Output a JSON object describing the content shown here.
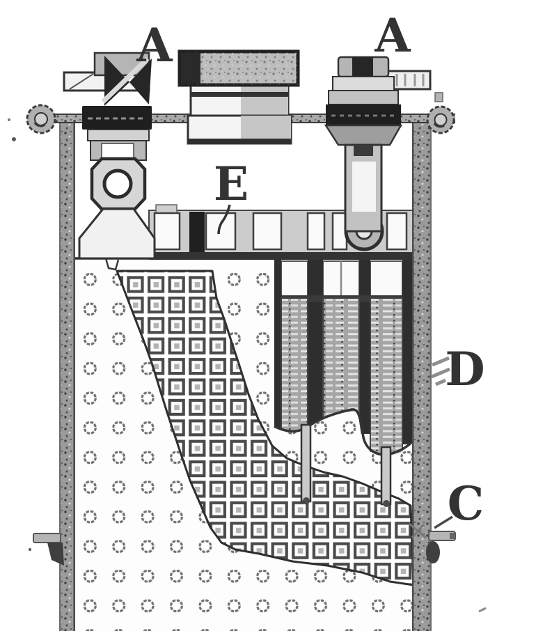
{
  "figure": {
    "kind": "engraved-patent-illustration",
    "subject": "Cutaway engraving of a battery / accumulator cell showing perforated plates and internal elements",
    "background": "#ffffff",
    "ink": "#2f2f2f",
    "labels": [
      {
        "id": "terminal-left",
        "text": "A",
        "points_to": "left terminal post"
      },
      {
        "id": "terminal-right",
        "text": "A",
        "points_to": "right terminal post"
      },
      {
        "id": "separator-row",
        "text": "E",
        "points_to": "row of separator blocks at top of plates"
      },
      {
        "id": "inner-elements",
        "text": "D",
        "points_to": "wound internal elements behind plates"
      },
      {
        "id": "casing-wall",
        "text": "C",
        "points_to": "right casing wall"
      }
    ],
    "colors": {
      "wall_gray": "#9b9b9b",
      "light_gray": "#c9c9c9",
      "dark_ink": "#1f1f1f",
      "ring_stroke": "#707070",
      "square_stroke": "#4a4a4a"
    }
  }
}
